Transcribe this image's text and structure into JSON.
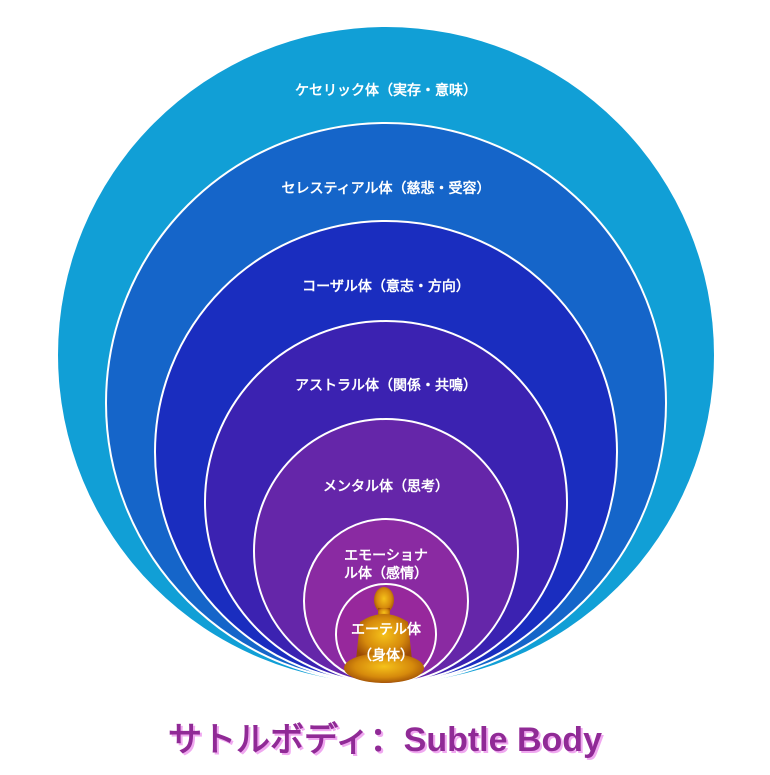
{
  "title": "サトルボディ：Subtle Body",
  "layers": [
    {
      "label": "ケセリック体（実存・意味）",
      "color": "#119fd6"
    },
    {
      "label": "セレスティアル体（慈悲・受容）",
      "color": "#1565c9"
    },
    {
      "label": "コーザル体（意志・方向）",
      "color": "#1a2dbf"
    },
    {
      "label": "アストラル体（関係・共鳴）",
      "color": "#3b22b1"
    },
    {
      "label": "メンタル体（思考）",
      "color": "#6526a9"
    },
    {
      "label_line1": "エモーショナ",
      "label_line2": "ル体（感情）",
      "color": "#8a2aa2"
    },
    {
      "label_line1": "エーテル体",
      "label_line2": "（身体）",
      "color": "#97289c"
    }
  ],
  "figure_icon": "meditating-figure-icon",
  "figure_color": "#e8a010"
}
